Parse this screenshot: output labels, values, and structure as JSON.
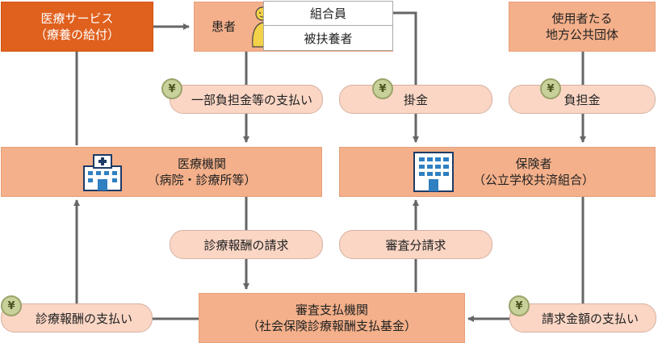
{
  "nodes": {
    "medical_service": {
      "line1": "医療サービス",
      "line2": "（療養の給付）"
    },
    "patient": {
      "label": "患者",
      "member": "組合員",
      "dependent": "被扶養者"
    },
    "local_gov": {
      "line1": "使用者たる",
      "line2": "地方公共団体"
    },
    "hospital": {
      "line1": "医療機関",
      "line2": "（病院・診療所等）"
    },
    "insurer": {
      "line1": "保険者",
      "line2": "（公立学校共済組合）"
    },
    "review": {
      "line1": "審査支払機関",
      "line2": "（社会保険診療報酬支払基金）"
    }
  },
  "flows": {
    "copay": "一部負担金等の支払い",
    "premium": "掛金",
    "burden": "負担金",
    "claim": "診療報酬の請求",
    "review_claim": "審査分請求",
    "fee_payment": "診療報酬の支払い",
    "billed_payment": "請求金額の支払い"
  },
  "yen_symbol": "¥",
  "colors": {
    "dark_orange": "#e0601e",
    "salmon": "#f4b08a",
    "pill": "#fbd6c5",
    "coin": "#c9d19a",
    "arrow": "#666666"
  }
}
